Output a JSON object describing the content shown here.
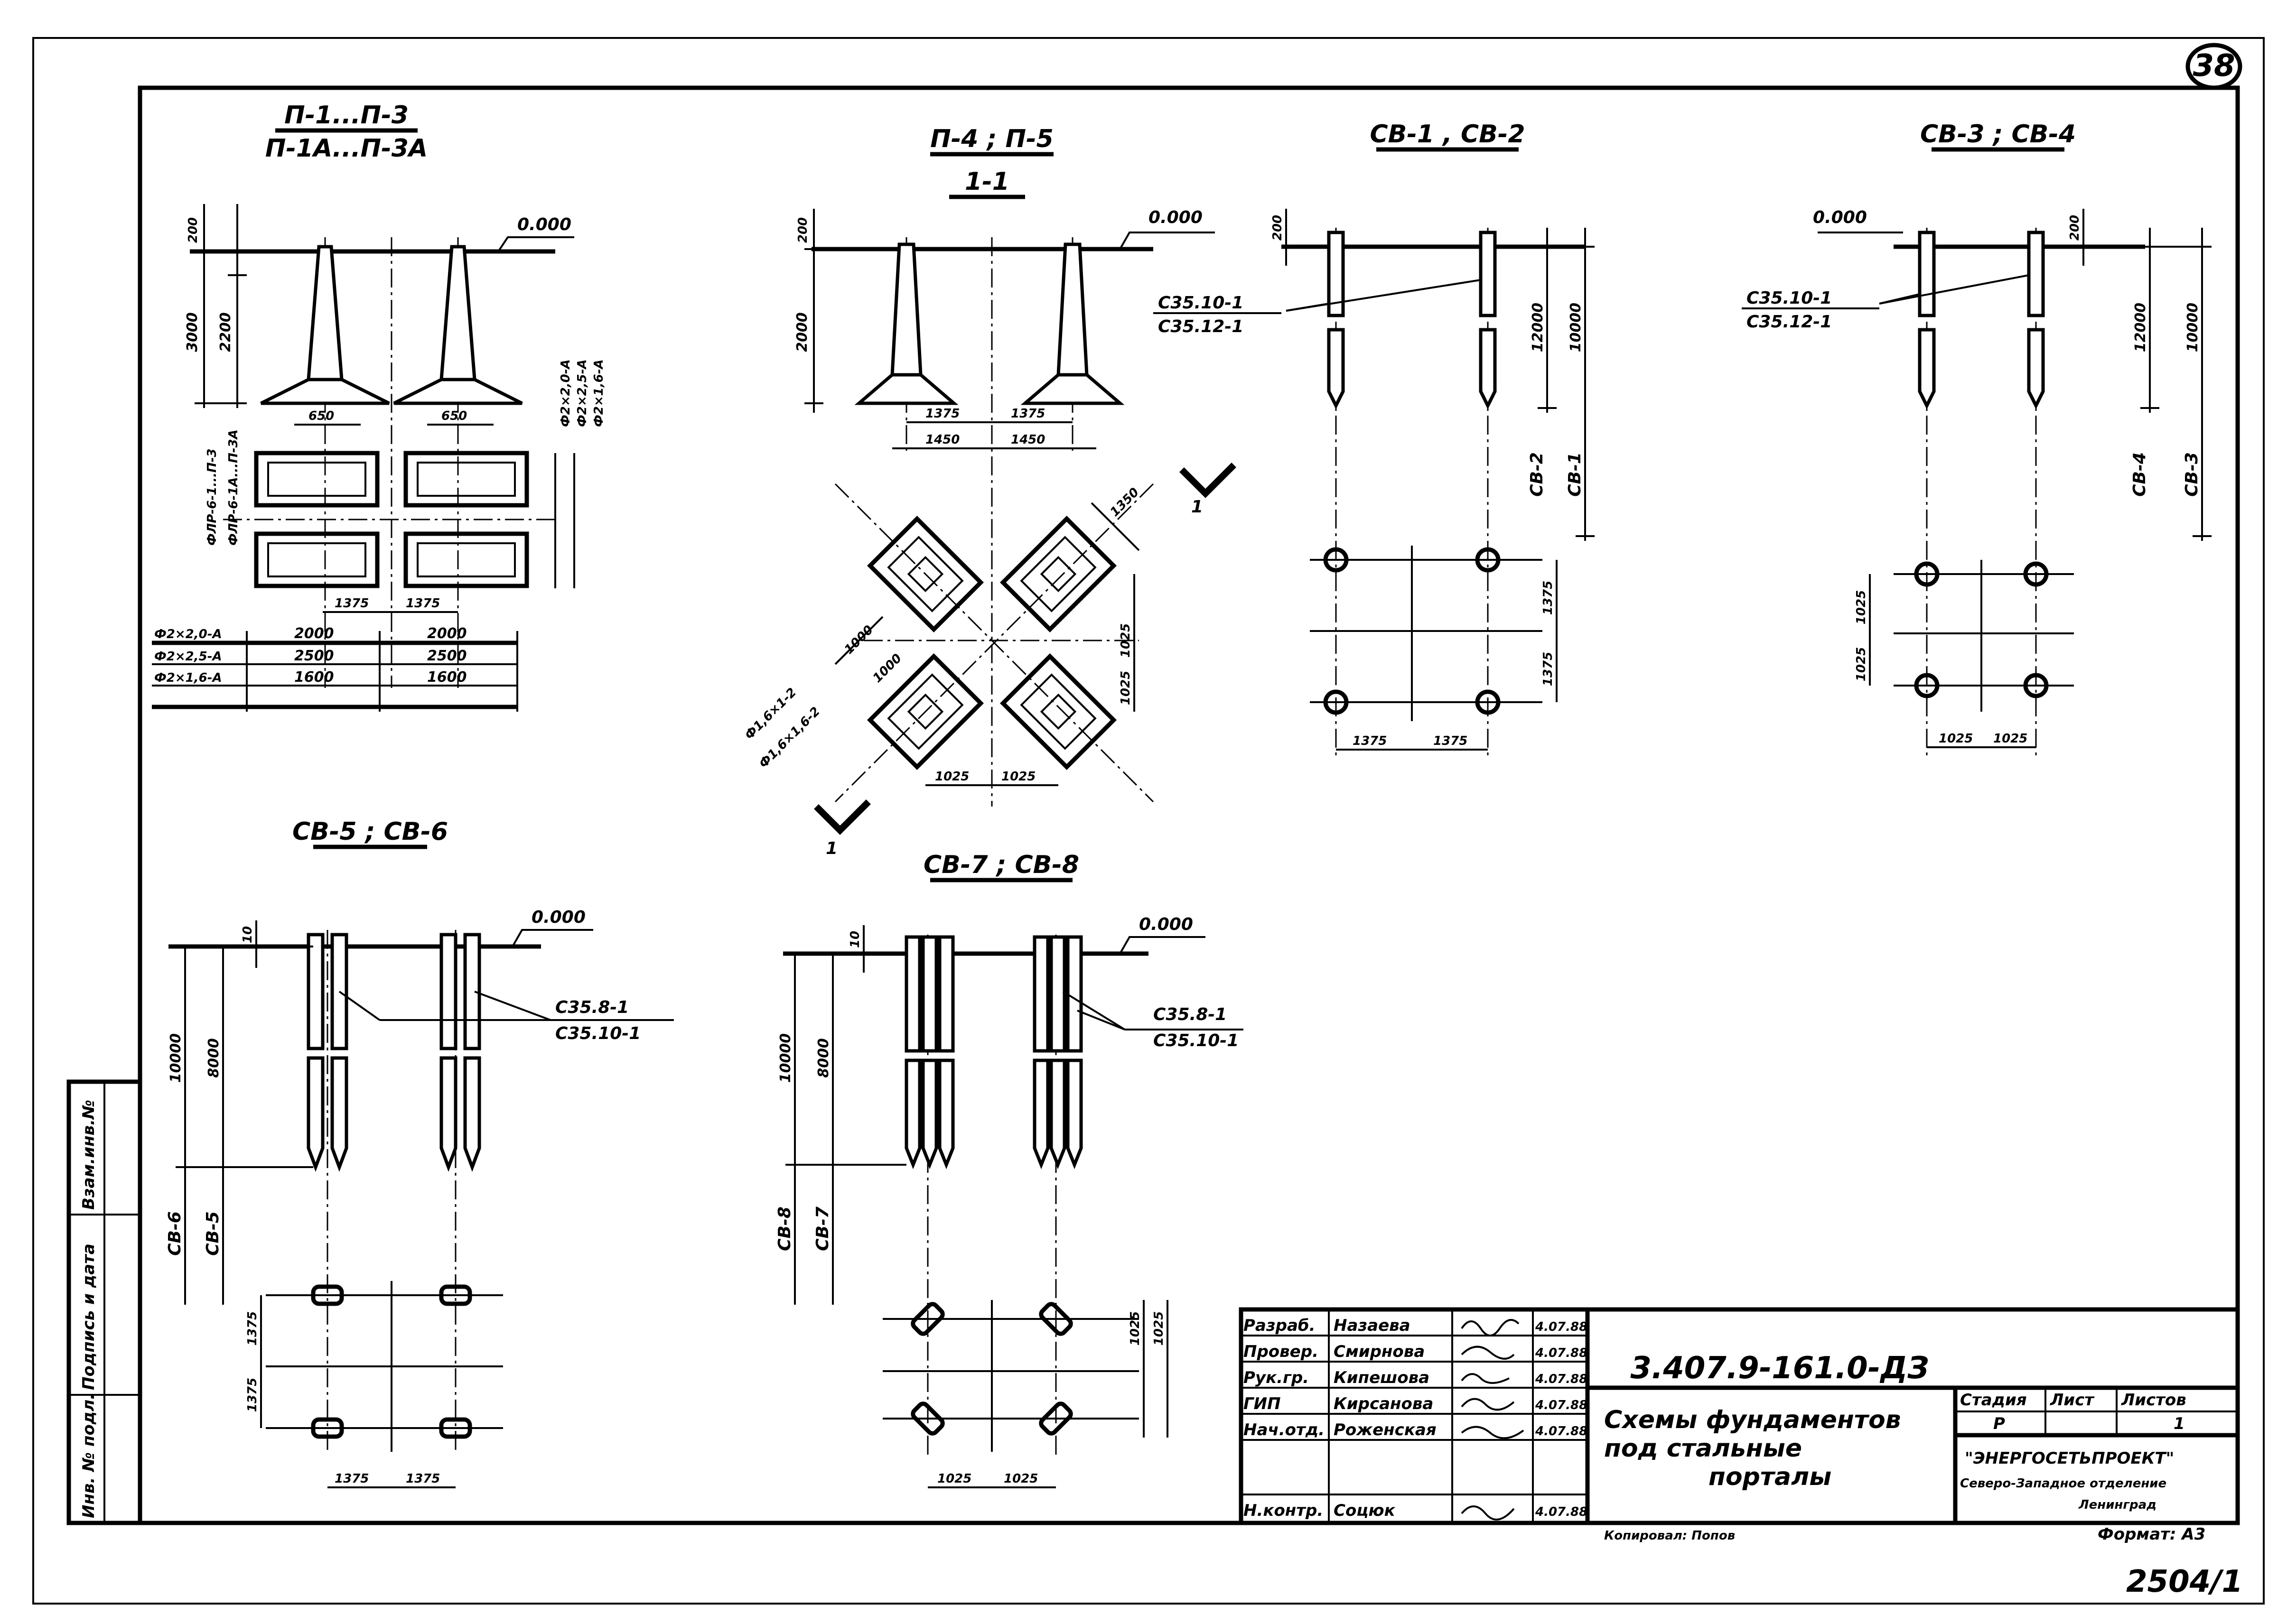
{
  "sheet": {
    "sheet_no": "38",
    "inventory_code": "2504/1",
    "copied_by": "Копировал: Попов",
    "format": "Формат: А3"
  },
  "side_stamp": {
    "inv_no": "Инв. № подл.",
    "sign_date": "Подпись и дата",
    "replace_inv": "Взам.инв.№"
  },
  "groups": {
    "p1_p3": {
      "title_top": "П-1...П-3",
      "title_bottom": "П-1А...П-3А",
      "level": "0.000",
      "dims_v": [
        "200",
        "3000",
        "2200"
      ],
      "dims_h": [
        "650",
        "650",
        "1375",
        "1375"
      ],
      "plan_dims": [
        "1375",
        "1375"
      ],
      "rebar_right": [
        "Ф2×2,0-А",
        "Ф2×2,5-А",
        "Ф2×1,6-А"
      ],
      "side_labels": [
        "ФЛР-6-1...П-3",
        "ФЛР-6-1А...П-3А"
      ],
      "table": [
        {
          "name": "Ф2×2,0-А",
          "v1": "2000",
          "v2": "2000"
        },
        {
          "name": "Ф2×2,5-А",
          "v1": "2500",
          "v2": "2500"
        },
        {
          "name": "Ф2×1,6-А",
          "v1": "1600",
          "v2": "1600"
        }
      ]
    },
    "p4_p5": {
      "title": "П-4 ; П-5",
      "section": "1-1",
      "level": "0.000",
      "dims_v": [
        "200",
        "2000"
      ],
      "dims_h": [
        "1375",
        "1375",
        "1450",
        "1450"
      ],
      "plan_dims": [
        "1350",
        "1025",
        "1025",
        "1025",
        "1025",
        "1000",
        "1000"
      ],
      "rebar": [
        "Ф1,6×1-2",
        "Ф1,6×1,6-2"
      ],
      "cut_mark": "1"
    },
    "cv1_cv2": {
      "title": "СВ-1 , СВ-2",
      "pile_mark_top": "С35.10-1",
      "pile_mark_bottom": "С35.12-1",
      "dims_v": [
        "200",
        "12000",
        "10000"
      ],
      "types": [
        "СВ-2",
        "СВ-1"
      ],
      "plan_dims": [
        "1375",
        "1375",
        "1375",
        "1375"
      ]
    },
    "cv3_cv4": {
      "title": "СВ-3 ; СВ-4",
      "level": "0.000",
      "pile_mark_top": "С35.10-1",
      "pile_mark_bottom": "С35.12-1",
      "dims_v": [
        "200",
        "12000",
        "10000"
      ],
      "types": [
        "СВ-4",
        "СВ-3"
      ],
      "plan_dims": [
        "1025",
        "1025",
        "1025",
        "1025"
      ]
    },
    "cv5_cv6": {
      "title": "СВ-5 ; СВ-6",
      "level": "0.000",
      "pile_mark_top": "С35.8-1",
      "pile_mark_bottom": "С35.10-1",
      "dims_v": [
        "10",
        "10000",
        "8000"
      ],
      "types": [
        "СВ-6",
        "СВ-5"
      ],
      "plan_dims": [
        "1375",
        "1375",
        "1375",
        "1375"
      ]
    },
    "cv7_cv8": {
      "title": "СВ-7 ; СВ-8",
      "level": "0.000",
      "pile_mark_top": "С35.8-1",
      "pile_mark_bottom": "С35.10-1",
      "dims_v": [
        "10",
        "10000",
        "8000"
      ],
      "types": [
        "СВ-8",
        "СВ-7"
      ],
      "plan_dims": [
        "1025",
        "1025",
        "1025",
        "1025"
      ]
    }
  },
  "title_block": {
    "rows": [
      {
        "role": "Разраб.",
        "name": "Назаева",
        "date": "4.07.88"
      },
      {
        "role": "Провер.",
        "name": "Смирнова",
        "date": "4.07.88"
      },
      {
        "role": "Рук.гр.",
        "name": "Кипешова",
        "date": "4.07.88"
      },
      {
        "role": "ГИП",
        "name": "Кирсанова",
        "date": "4.07.88"
      },
      {
        "role": "Нач.отд.",
        "name": "Роженская",
        "date": "4.07.88"
      },
      {
        "role": "",
        "name": "",
        "date": ""
      },
      {
        "role": "Н.контр.",
        "name": "Соцюк",
        "date": "4.07.88"
      }
    ],
    "code": "3.407.9-161.0-ДЗ",
    "name_line1": "Схемы фундаментов",
    "name_line2": "под стальные",
    "name_line3": "порталы",
    "stage_h": "Стадия",
    "sheet_h": "Лист",
    "sheets_h": "Листов",
    "stage": "Р",
    "sheets": "1",
    "org_line1": "\"ЭНЕРГОСЕТЬПРОЕКТ\"",
    "org_line2": "Северо-Западное отделение",
    "org_line3": "Ленинград"
  }
}
